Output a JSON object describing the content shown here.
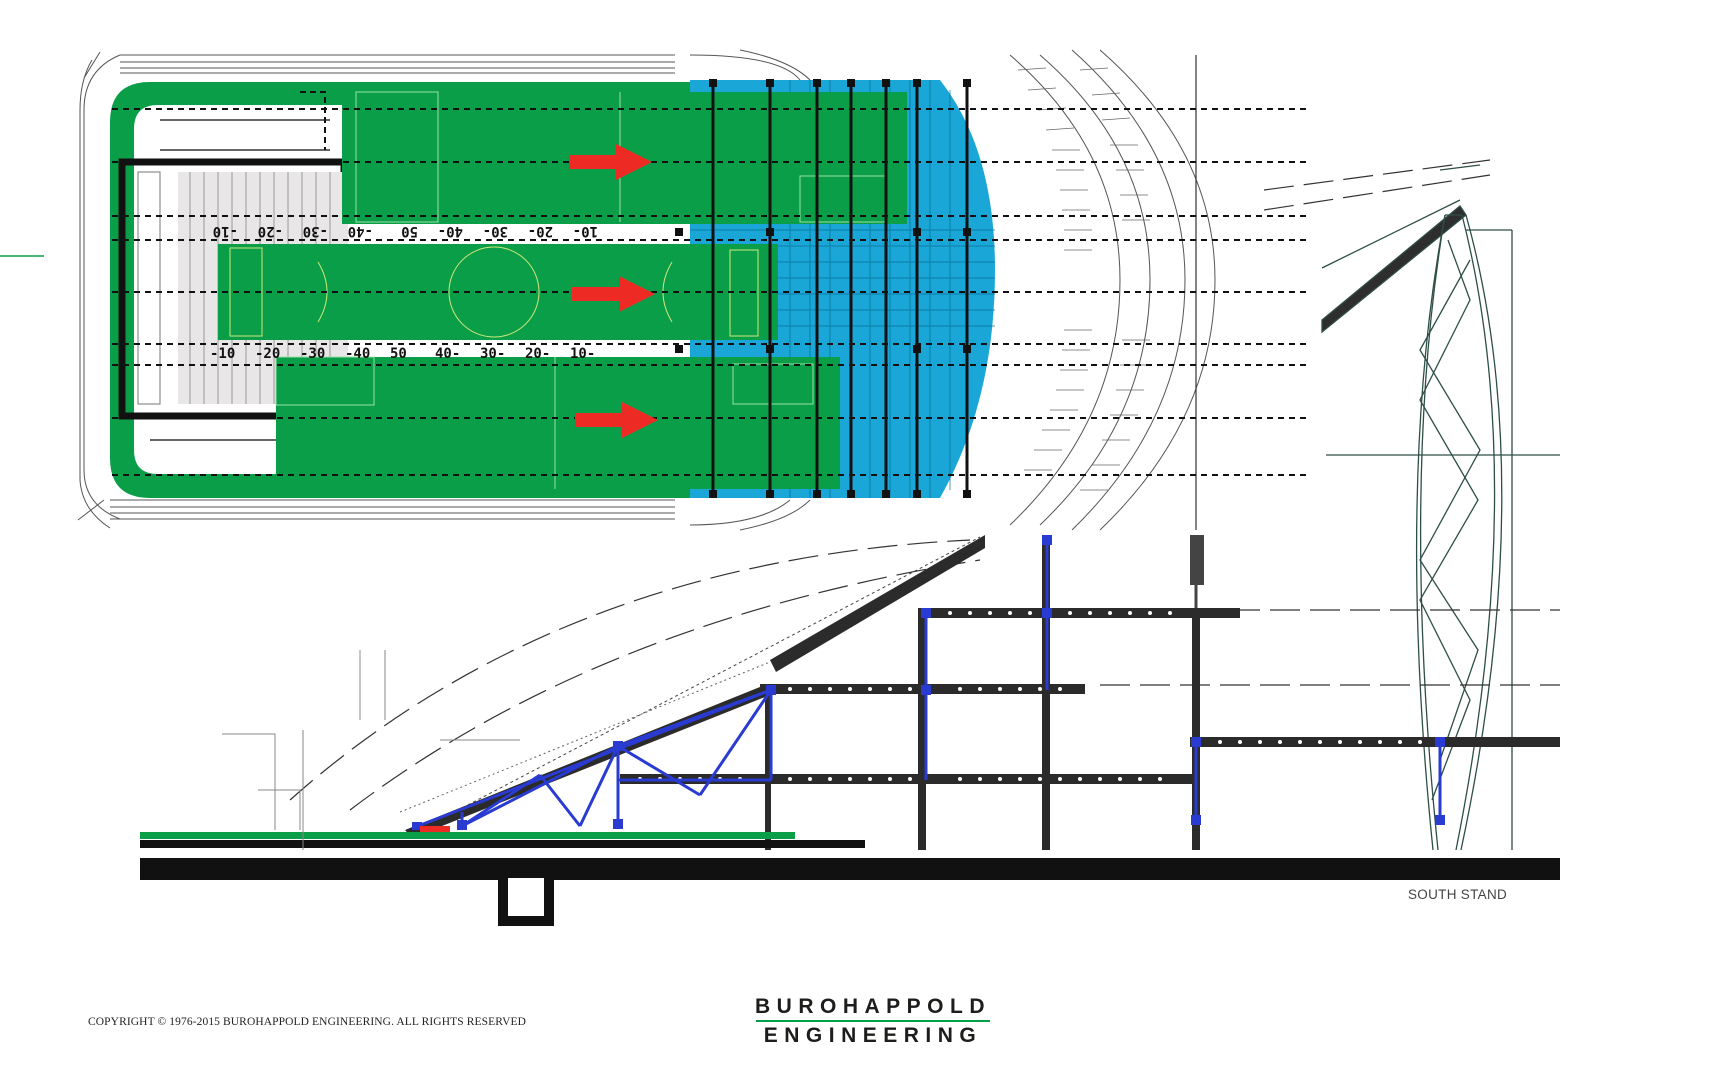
{
  "drawing": {
    "yard_markings_upper": [
      "-10",
      "-20",
      "-30",
      "-40",
      "50",
      "40-",
      "30-",
      "20-",
      "10-"
    ],
    "yard_markings_lower": [
      "-10",
      "-20",
      "-30",
      "-40",
      "50",
      "40-",
      "30-",
      "20-",
      "10-"
    ],
    "section_label": "SOUTH STAND"
  },
  "footer": {
    "copyright": "COPYRIGHT © 1976-2015 BUROHAPPOLD ENGINEERING. ALL RIGHTS RESERVED",
    "logo_line1": "BUROHAPPOLD",
    "logo_line2": "ENGINEERING"
  },
  "colors": {
    "pitch_green": "#0a9e48",
    "seating_blue": "#1aa7d8",
    "arrow_red": "#ee2a24",
    "truss_blue": "#2a3bd1",
    "brand_green": "#00a04a"
  },
  "icons": [
    "right-arrow-icon"
  ]
}
